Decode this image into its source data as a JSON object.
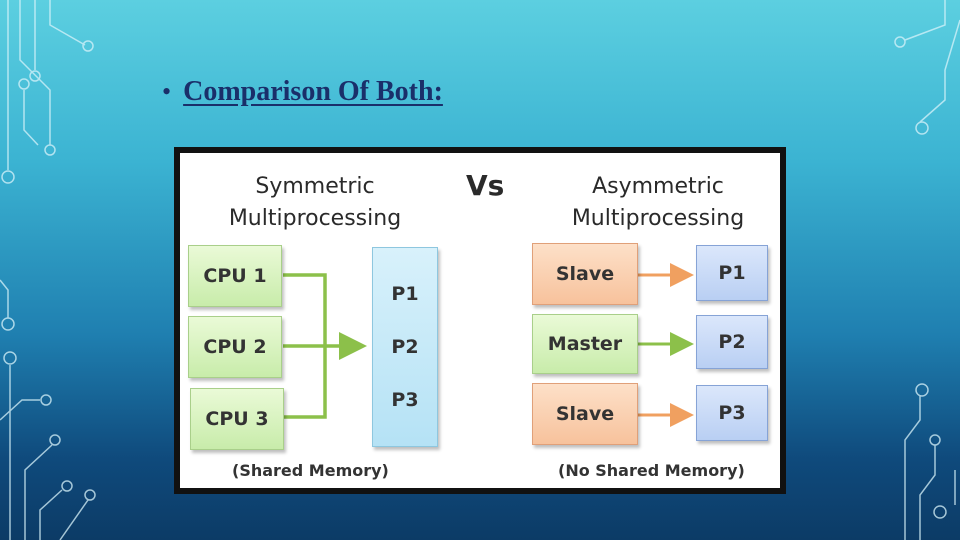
{
  "slide": {
    "bullet": "•",
    "title": "Comparison Of Both:"
  },
  "diagram": {
    "left_heading": "Symmetric\nMultiprocessing",
    "vs_label": "Vs",
    "right_heading": "Asymmetric\nMultiprocessing",
    "cpus": [
      "CPU 1",
      "CPU 2",
      "CPU 3"
    ],
    "left_processes": [
      "P1",
      "P2",
      "P3"
    ],
    "right_roles": [
      "Slave",
      "Master",
      "Slave"
    ],
    "right_processes": [
      "P1",
      "P2",
      "P3"
    ],
    "left_caption": "(Shared Memory)",
    "right_caption": "(No Shared Memory)"
  },
  "colors": {
    "cpu_box": "#c8ecaa",
    "shared_process_box": "#b5e2f5",
    "process_box": "#b9cff3",
    "slave_box": "#f7c29c",
    "master_box": "#c8ecaa",
    "green_arrow": "#8cc04a",
    "orange_arrow": "#f0a060"
  }
}
